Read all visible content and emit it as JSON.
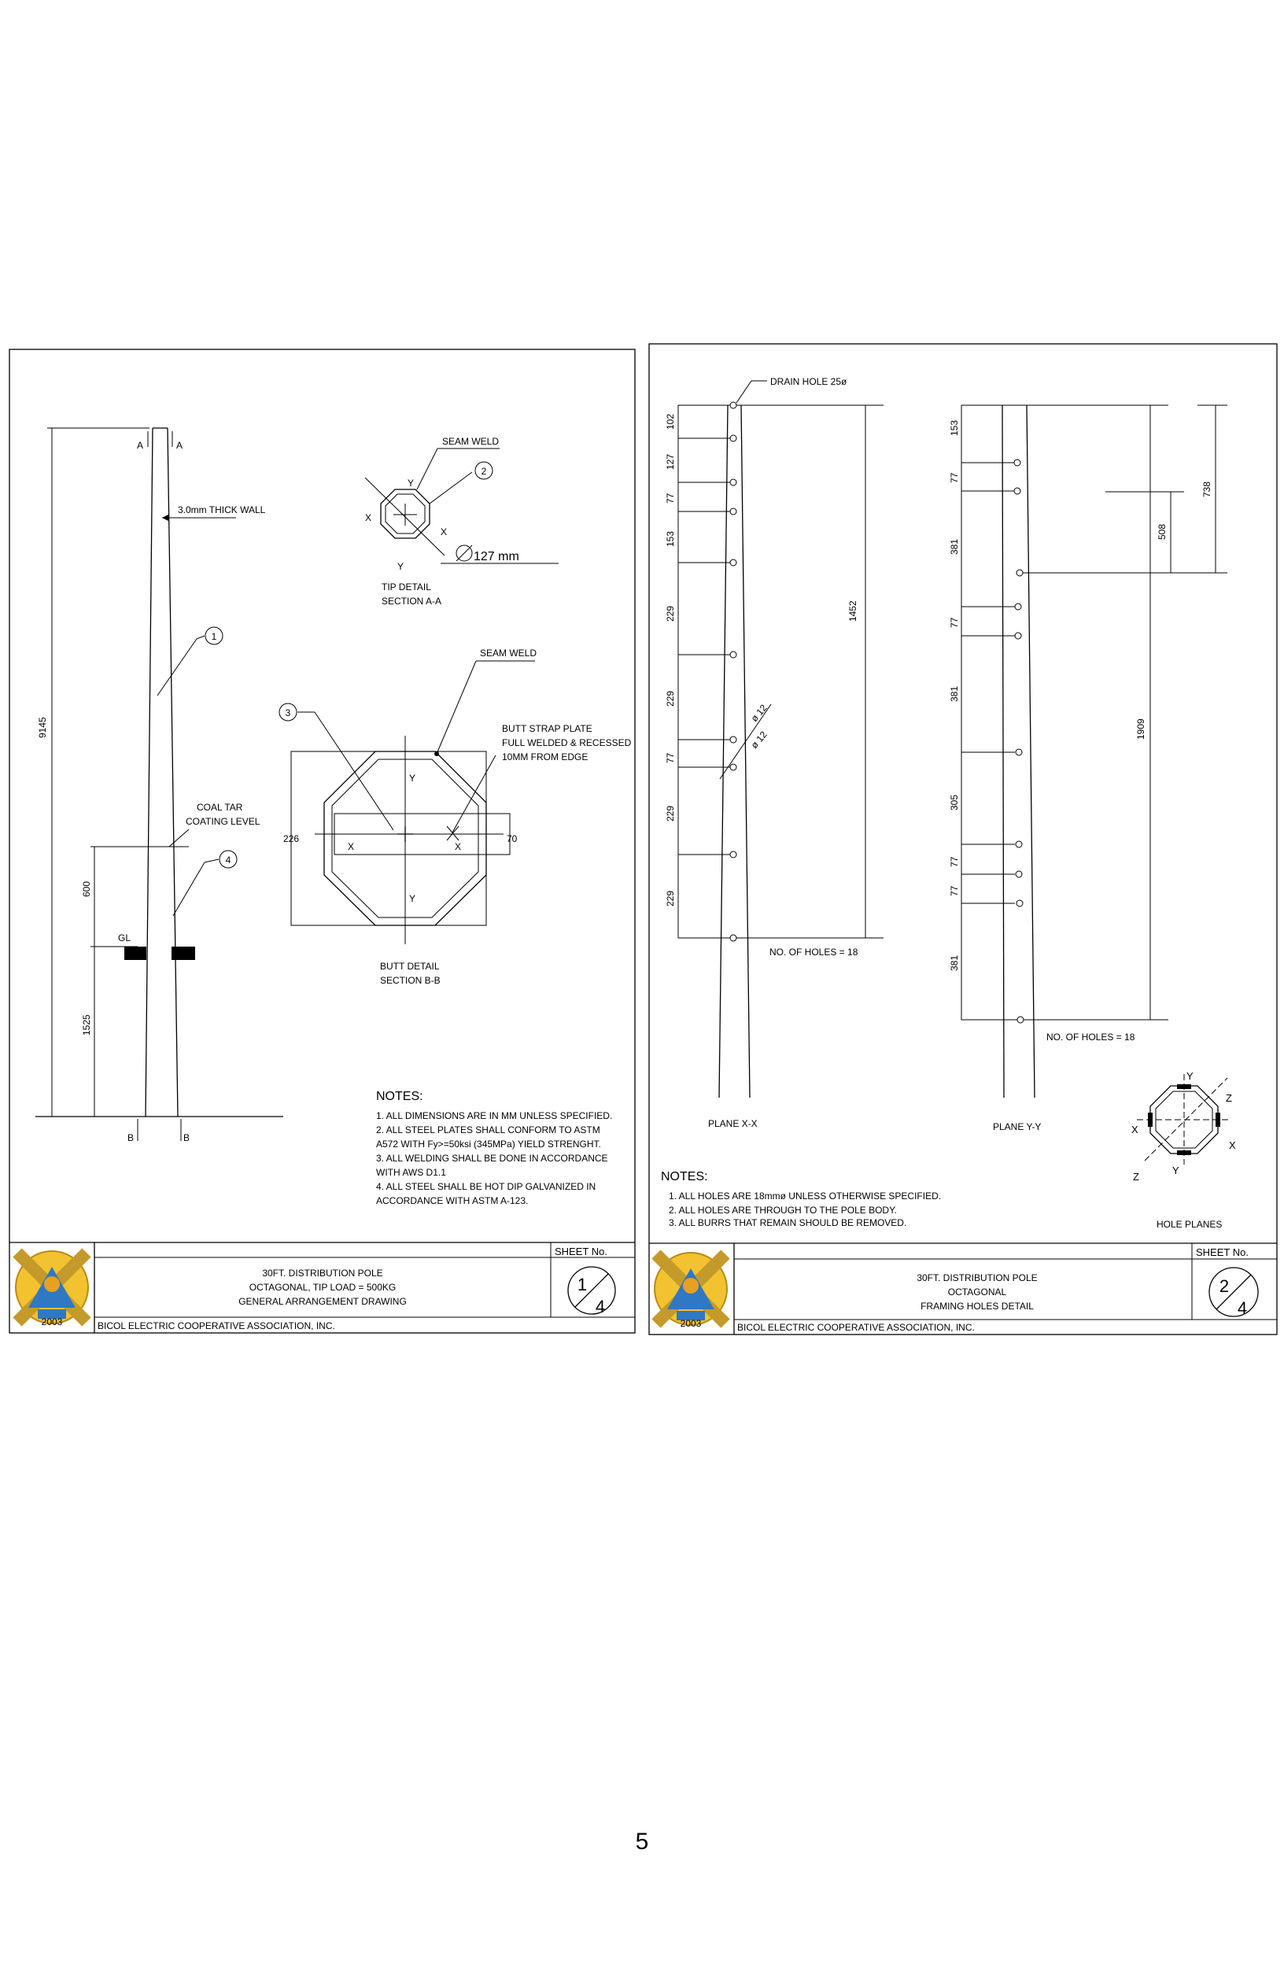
{
  "page_number": "5",
  "sheet1": {
    "title_lines": [
      "30FT. DISTRIBUTION POLE",
      "OCTAGONAL, TIP LOAD = 500KG",
      "GENERAL ARRANGEMENT DRAWING"
    ],
    "organization": "BICOL ELECTRIC COOPERATIVE ASSOCIATION, INC.",
    "sheet_label": "SHEET No.",
    "sheet_number": "1",
    "sheet_total": "4",
    "labels": {
      "thick_wall": "3.0mm THICK WALL",
      "coal_tar_1": "COAL TAR",
      "coal_tar_2": "COATING LEVEL",
      "gl": "GL",
      "dim_total": "9145",
      "dim_600": "600",
      "dim_1525": "1525",
      "sec_a": "A",
      "sec_b": "B",
      "seam_weld": "SEAM WELD",
      "dia_127": "127 mm",
      "tip_detail_1": "TIP DETAIL",
      "tip_detail_2": "SECTION A-A",
      "butt_strap_1": "BUTT STRAP PLATE",
      "butt_strap_2": "FULL WELDED & RECESSED",
      "butt_strap_3": "10MM FROM EDGE",
      "dim_226": "226",
      "dim_70": "70",
      "butt_detail_1": "BUTT DETAIL",
      "butt_detail_2": "SECTION B-B",
      "axis_x": "X",
      "axis_y": "Y",
      "callout_1": "1",
      "callout_2": "2",
      "callout_3": "3",
      "callout_4": "4"
    },
    "notes_title": "NOTES:",
    "notes": [
      "1. ALL DIMENSIONS ARE IN MM UNLESS SPECIFIED.",
      "2. ALL STEEL PLATES SHALL CONFORM TO ASTM",
      "A572 WITH Fy>=50ksi (345MPa) YIELD STRENGHT.",
      "3. ALL WELDING SHALL BE DONE IN ACCORDANCE",
      "WITH AWS D1.1",
      "4. ALL STEEL SHALL BE HOT DIP GALVANIZED IN",
      "ACCORDANCE WITH ASTM A-123."
    ]
  },
  "sheet2": {
    "title_lines": [
      "30FT. DISTRIBUTION POLE",
      "OCTAGONAL",
      "FRAMING HOLES DETAIL"
    ],
    "organization": "BICOL ELECTRIC COOPERATIVE ASSOCIATION, INC.",
    "sheet_label": "SHEET No.",
    "sheet_number": "2",
    "sheet_total": "4",
    "labels": {
      "drain_hole": "DRAIN HOLE 25ø",
      "dia_12": "ø 12",
      "total_xx": "1452",
      "holes_xx": "NO. OF HOLES = 18",
      "plane_xx": "PLANE X-X",
      "total_yy": "1909",
      "dim_738": "738",
      "dim_508": "508",
      "holes_yy": "NO. OF HOLES = 18",
      "plane_yy": "PLANE Y-Y",
      "hole_planes": "HOLE PLANES",
      "axis_x": "X",
      "axis_y": "Y",
      "axis_z": "Z"
    },
    "xx_spacings": [
      "102",
      "127",
      "77",
      "153",
      "229",
      "229",
      "77",
      "229",
      "229"
    ],
    "yy_spacings": [
      "153",
      "77",
      "381",
      "77",
      "381",
      "305",
      "77",
      "77",
      "381"
    ],
    "notes_title": "NOTES:",
    "notes": [
      "1. ALL HOLES ARE 18mmø UNLESS OTHERWISE SPECIFIED.",
      "2. ALL HOLES ARE THROUGH TO THE POLE BODY.",
      "3. ALL BURRS THAT REMAIN SHOULD BE REMOVED."
    ]
  },
  "logo_text": "2003"
}
